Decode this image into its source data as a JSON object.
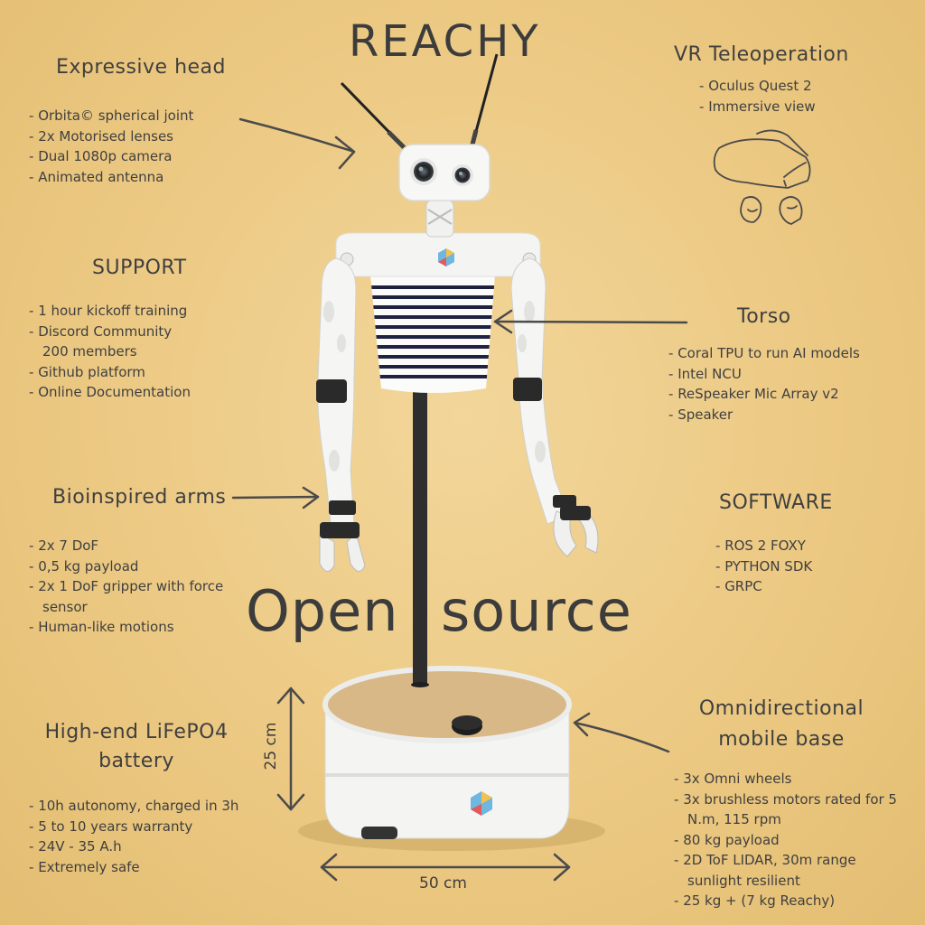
{
  "title": "REACHY",
  "center_text": {
    "word1": "Open",
    "word2": "source"
  },
  "expressive_head": {
    "heading": "Expressive head",
    "items": [
      "Orbita© spherical joint",
      "2x Motorised lenses",
      "Dual 1080p camera",
      "Animated antenna"
    ]
  },
  "vr_teleoperation": {
    "heading": "VR Teleoperation",
    "items": [
      "Oculus Quest 2",
      "Immersive view"
    ]
  },
  "support": {
    "heading": "SUPPORT",
    "items": [
      "1 hour kickoff training",
      "Discord Community",
      "200 members",
      "Github platform",
      "Online Documentation"
    ]
  },
  "torso": {
    "heading": "Torso",
    "items": [
      "Coral TPU to run AI models",
      "Intel NCU",
      "ReSpeaker Mic Array v2",
      "Speaker"
    ]
  },
  "arms": {
    "heading": "Bioinspired arms",
    "items": [
      "2x 7 DoF",
      "0,5 kg payload",
      "2x 1 DoF gripper with force",
      "sensor",
      "Human-like motions"
    ]
  },
  "software": {
    "heading": "SOFTWARE",
    "items": [
      "ROS 2 FOXY",
      "PYTHON SDK",
      "GRPC"
    ]
  },
  "battery": {
    "heading_line1": "High-end LiFePO4",
    "heading_line2": "battery",
    "items": [
      "10h autonomy, charged in 3h",
      "5 to 10 years warranty",
      "24V - 35 A.h",
      "Extremely safe"
    ]
  },
  "mobile_base": {
    "heading_line1": "Omnidirectional",
    "heading_line2": "mobile base",
    "items": [
      "3x Omni wheels",
      "3x brushless motors rated for 5",
      "N.m, 115 rpm",
      "80 kg payload",
      "2D ToF LIDAR, 30m range",
      "sunlight resilient",
      "25 kg + (7 kg Reachy)"
    ]
  },
  "dimensions": {
    "height": "25 cm",
    "width": "50 cm"
  },
  "colors": {
    "background": "#ecc983",
    "ink": "#454545",
    "robot_white": "#f4f4f2",
    "pole": "#2e2e2e",
    "cork": "#d9b888",
    "stripe": "#1f2140"
  }
}
